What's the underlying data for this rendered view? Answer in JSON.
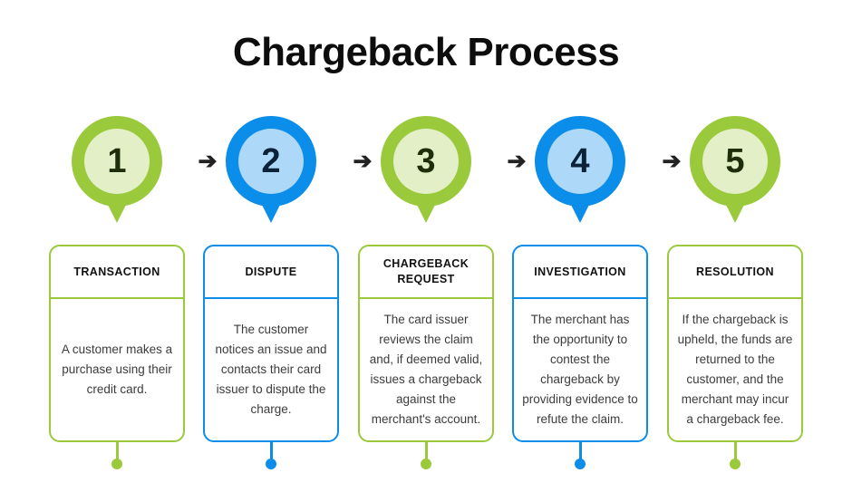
{
  "title": "Chargeback Process",
  "theme": {
    "green": "#9ACA3C",
    "green_light": "#E2EFC7",
    "blue": "#0B8DEA",
    "blue_light": "#ADD8F7",
    "title_color": "#0d0d0d",
    "body_text_color": "#3c3c3c",
    "arrow_color": "#222222"
  },
  "arrows": {
    "glyph": "➔",
    "count": 4
  },
  "steps": [
    {
      "number": "1",
      "color": "green",
      "header": "TRANSACTION",
      "body": "A customer makes a purchase using their credit card."
    },
    {
      "number": "2",
      "color": "blue",
      "header": "DISPUTE",
      "body": "The customer notices an issue and contacts their card issuer to dispute the charge."
    },
    {
      "number": "3",
      "color": "green",
      "header": "CHARGEBACK REQUEST",
      "body": "The card issuer reviews the claim and, if deemed valid, issues a chargeback against the merchant's account."
    },
    {
      "number": "4",
      "color": "blue",
      "header": "INVESTIGATION",
      "body": "The merchant has the opportunity to contest the chargeback by providing evidence to refute the claim."
    },
    {
      "number": "5",
      "color": "green",
      "header": "RESOLUTION",
      "body": "If the chargeback is upheld, the funds are returned to the customer, and the merchant may incur a chargeback fee."
    }
  ]
}
